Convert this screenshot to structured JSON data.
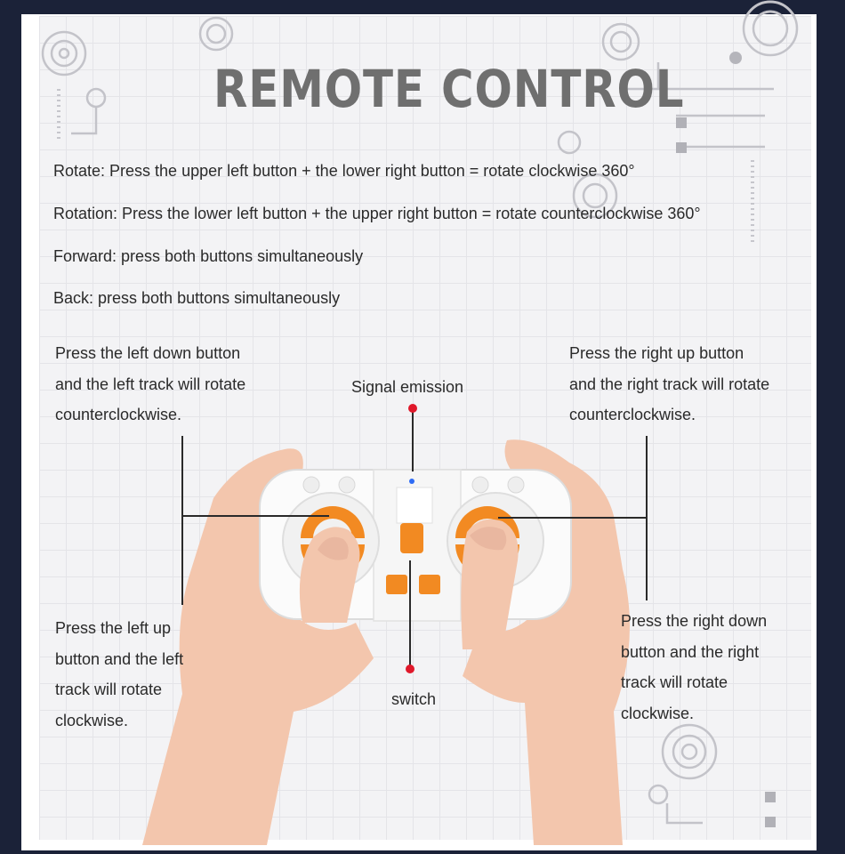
{
  "title": "REMOTE CONTROL",
  "rules": [
    "Rotate: Press the upper left button + the lower right button = rotate clockwise 360°",
    "Rotation: Press the lower left button + the upper right button = rotate counterclockwise 360°",
    "Forward: press both buttons simultaneously",
    "Back: press both buttons simultaneously"
  ],
  "callouts": {
    "top_left": [
      "Press the left down button",
      "and the left track will rotate",
      "counterclockwise."
    ],
    "top_right": [
      "Press the right up button",
      "and the right track will rotate",
      "counterclockwise."
    ],
    "bottom_left": [
      "Press the left up",
      "button and the left",
      "track will rotate",
      "clockwise."
    ],
    "bottom_right": [
      "Press the right down",
      "button and the right",
      "track will rotate",
      "clockwise."
    ]
  },
  "labels": {
    "signal": "Signal emission",
    "switch": "switch"
  },
  "colors": {
    "background": "#1b2238",
    "panel": "#f3f3f5",
    "title": "#6f6f6f",
    "accent_orange": "#f28a22",
    "marker_red": "#e0182a",
    "led_blue": "#2f6cf5"
  }
}
